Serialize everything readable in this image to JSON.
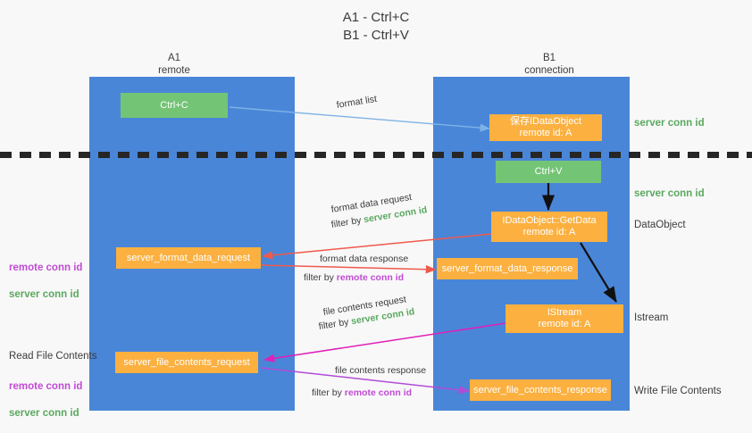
{
  "title": "A1 - Ctrl+C\nB1 - Ctrl+V",
  "colors": {
    "lane": "#4a86d8",
    "green_node": "#74c476",
    "orange_node": "#fbb040",
    "server_conn_id": "#5aa85f",
    "remote_conn_id": "#c14bd4",
    "dashed_divider": "#262626",
    "background": "#f8f8f8"
  },
  "columns": {
    "left": "A1\nremote",
    "right": "B1\nconnection"
  },
  "nodes": {
    "ctrl_c": "Ctrl+C",
    "save_idataobject": "保存IDataObject\nremote id: A",
    "ctrl_v": "Ctrl+V",
    "getdata": "IDataObject::GetData\nremote id: A",
    "server_format_data_request": "server_format_data_request",
    "server_format_data_response": "server_format_data_response",
    "istream": "IStream\nremote id: A",
    "server_file_contents_request": "server_file_contents_request",
    "server_file_contents_response": "server_file_contents_response"
  },
  "right_annotations": {
    "server_conn_id_top": "server conn id",
    "server_conn_id_mid": "server conn id",
    "dataobject": "DataObject",
    "istream": "Istream",
    "write_file_contents": "Write File Contents"
  },
  "left_annotations": {
    "format_ids": "remote conn id\nserver conn id",
    "read_file_contents": "Read File Contents",
    "file_ids": "remote conn id\nserver conn id"
  },
  "flows": {
    "format_list": "format list",
    "format_data_request": "format data request",
    "format_data_request_filter_prefix": "filter by ",
    "format_data_request_filter_value": "server conn id",
    "format_data_response": "format data response",
    "format_data_response_filter_prefix": "filter by ",
    "format_data_response_filter_value": "remote conn id",
    "file_contents_request": "file contents request",
    "file_contents_request_filter_prefix": "filter by ",
    "file_contents_request_filter_value": "server conn id",
    "file_contents_response": "file contents response",
    "file_contents_response_filter_prefix": "filter by ",
    "file_contents_response_filter_value": "remote conn id"
  }
}
